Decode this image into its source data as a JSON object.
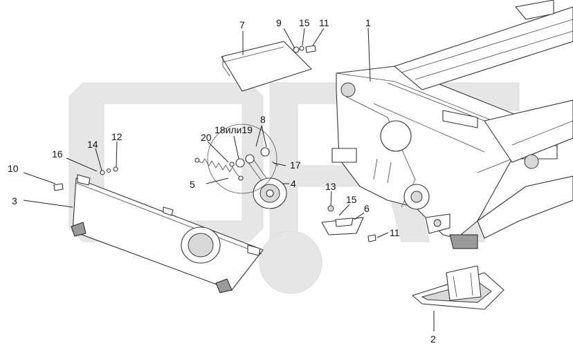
{
  "labels": {
    "l1": "1",
    "l2": "2",
    "l3": "3",
    "l4": "4",
    "l5": "5",
    "l6": "6",
    "l7": "7",
    "l8": "8",
    "l9": "9",
    "l10": "10",
    "l11a": "11",
    "l11b": "11",
    "l12": "12",
    "l13": "13",
    "l14": "14",
    "l15a": "15",
    "l15b": "15",
    "l16": "16",
    "l17": "17",
    "l1819": "18или19",
    "l20": "20"
  },
  "colors": {
    "line": "#333333",
    "watermark": "#e6e6e6",
    "background": "#ffffff"
  }
}
